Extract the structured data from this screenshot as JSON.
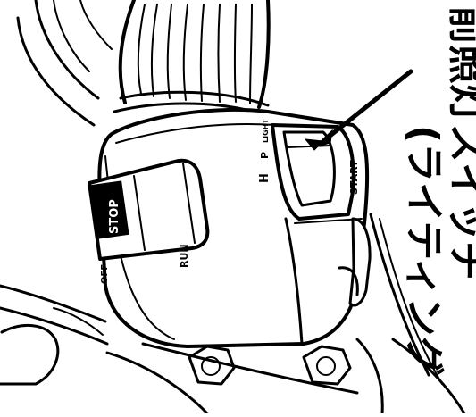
{
  "labels": {
    "switch_line1": "前照灯スイッチ",
    "switch_line2": "(ライティング",
    "mark_off": "OFF",
    "mark_run": "RUN",
    "mark_start": "START",
    "mark_h": "H",
    "mark_p": "P",
    "mark_upper": "LIGHT",
    "kill_switch": "STOP"
  },
  "colors": {
    "ink": "#000000",
    "paper": "#ffffff"
  }
}
